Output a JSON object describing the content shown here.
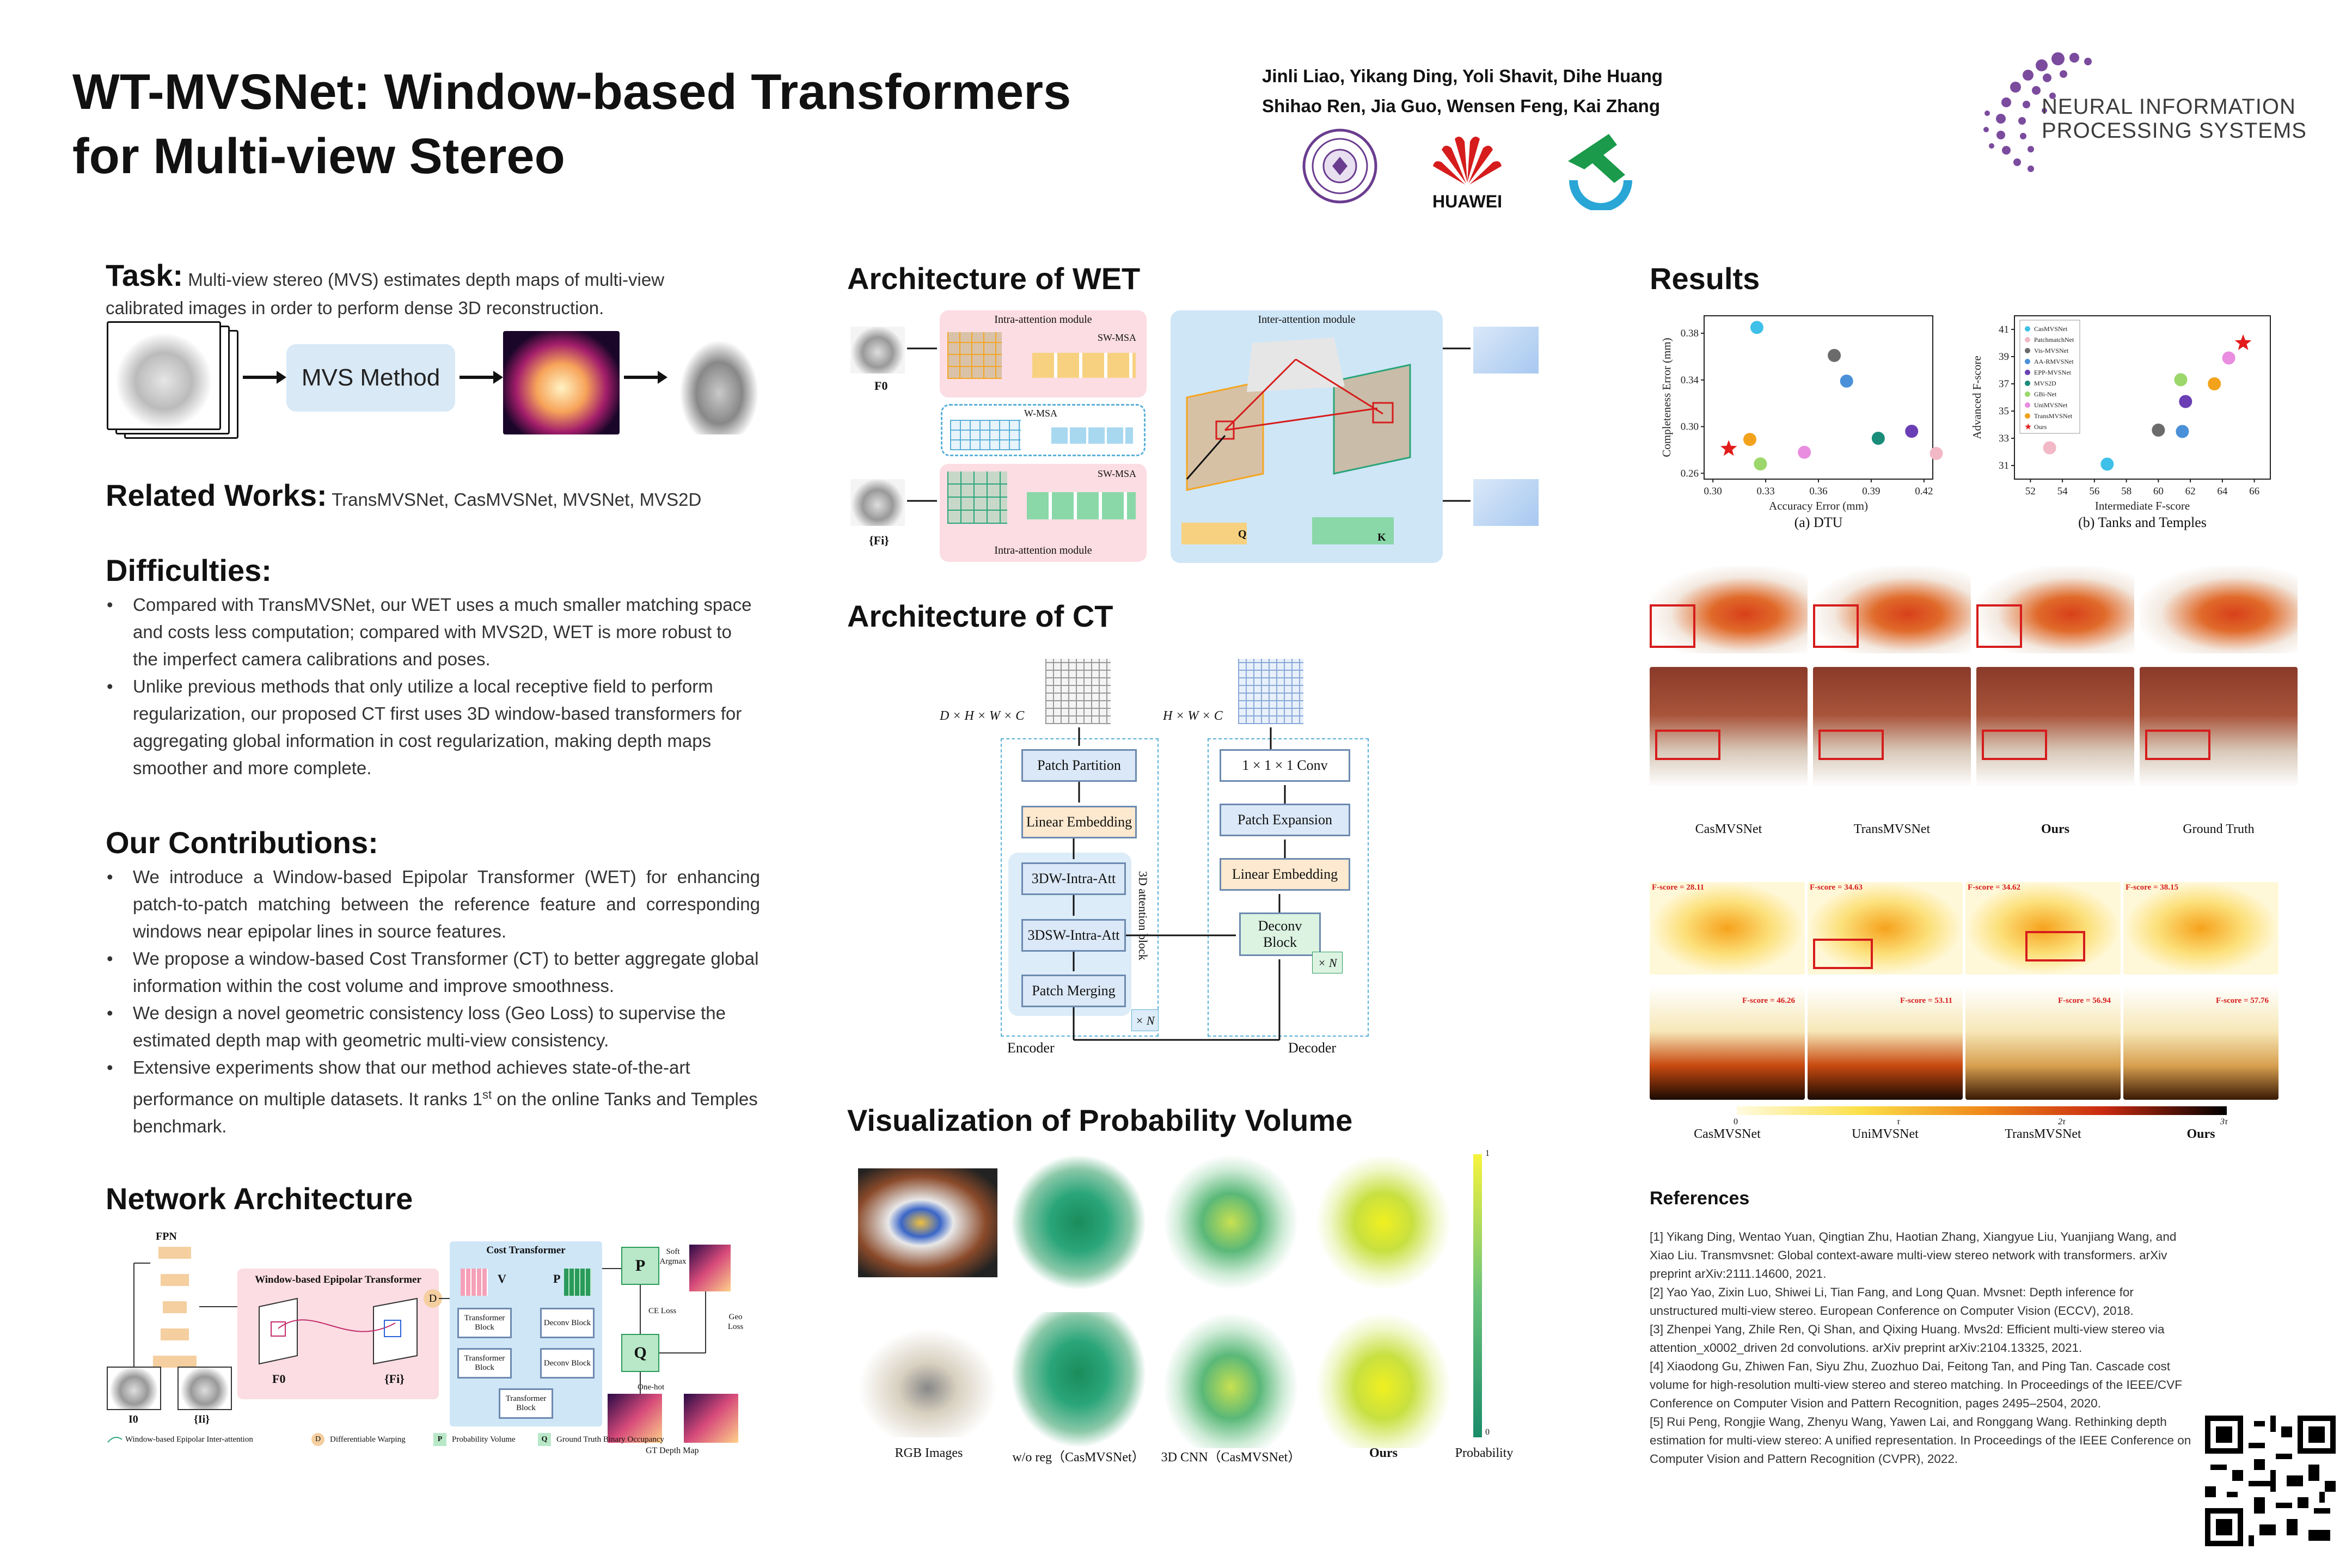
{
  "header": {
    "title_line1": "WT-MVSNet: Window-based Transformers",
    "title_line2": "for Multi-view Stereo",
    "authors_line1": "Jinli Liao, Yikang Ding, Yoli Shavit, Dihe Huang",
    "authors_line2": "Shihao Ren, Jia Guo, Wensen Feng, Kai Zhang",
    "huawei_label": "HUAWEI",
    "neurips_line1": "NEURAL INFORMATION",
    "neurips_line2": "PROCESSING SYSTEMS"
  },
  "task": {
    "heading": "Task:",
    "text_a": " Multi-view stereo (MVS) estimates depth maps of multi-view",
    "text_b": "calibrated images in order to perform dense 3D reconstruction.",
    "method_box": "MVS Method"
  },
  "related": {
    "heading": "Related Works:",
    "text": "TransMVSNet, CasMVSNet, MVSNet, MVS2D"
  },
  "difficulties": {
    "heading": "Difficulties:",
    "items": [
      "Compared with TransMVSNet, our WET uses a much smaller matching space and costs less computation; compared with MVS2D, WET is more robust to the imperfect camera calibrations and poses.",
      "Unlike previous methods that only utilize a local receptive field to perform regularization, our proposed CT first uses 3D window-based transformers for aggregating global information in cost regularization, making depth maps smoother and more complete."
    ]
  },
  "contributions": {
    "heading": "Our Contributions:",
    "items": [
      "We introduce a Window-based Epipolar Transformer (WET) for enhancing patch-to-patch matching between the reference feature and corresponding windows near epipolar lines in source features.",
      "We propose a window-based Cost Transformer (CT) to better aggregate global information within the cost volume and improve smoothness.",
      "We design a novel geometric consistency loss (Geo Loss) to supervise the estimated depth map with geometric multi-view consistency."
    ],
    "last_item_a": "Extensive experiments show that our method achieves state-of-the-art performance on multiple datasets. It ranks 1",
    "last_item_sup": "st",
    "last_item_b": " on the online Tanks and Temples benchmark."
  },
  "network": {
    "heading": "Network Architecture",
    "fpn": "FPN",
    "wet_title": "Window-based Epipolar Transformer",
    "ct_title": "Cost Transformer",
    "transformer_block": "Transformer Block",
    "deconv_block": "Deconv Block",
    "f0": "F0",
    "fi": "{Fi}",
    "i0": "I0",
    "ii": "{Ii}",
    "d_badge": "D",
    "v_badge": "V",
    "p_badge": "P",
    "q_badge": "Q",
    "soft_argmax": "Soft Argmax",
    "ce_loss": "CE Loss",
    "geo_loss": "Geo Loss",
    "one_hot": "One-hot",
    "gt_depth": "GT Depth Map",
    "legend": [
      "Window-based Epipolar Inter-attention",
      "Differentiable Warping",
      "Probability Volume",
      "Ground Truth Binary Occupancy"
    ]
  },
  "wet": {
    "heading": "Architecture of WET",
    "intra_top": "Intra-attention module",
    "intra_bottom": "Intra-attention module",
    "inter": "Inter-attention module",
    "sw_msa": "SW-MSA",
    "w_msa": "W-MSA",
    "f0": "F0",
    "fi": "{Fi}",
    "q": "Q",
    "k": "K"
  },
  "ct": {
    "heading": "Architecture of CT",
    "in_dims": "D × H × W × C",
    "out_dims": "H × W × C",
    "patch_partition": "Patch Partition",
    "linear_embedding_enc": "Linear Embedding",
    "dw_intra": "3DW-Intra-Att",
    "dsw_intra": "3DSW-Intra-Att",
    "patch_merging": "Patch Merging",
    "attention_block": "3D attention block",
    "xn_enc": "× N",
    "conv": "1 × 1 × 1 Conv",
    "patch_expansion": "Patch Expansion",
    "linear_embedding_dec": "Linear Embedding",
    "deconv_block": "Deconv Block",
    "xn_dec": "× N",
    "encoder": "Encoder",
    "decoder": "Decoder"
  },
  "vis": {
    "heading": "Visualization of Probability Volume",
    "labels": [
      "RGB Images",
      "w/o reg（CasMVSNet）",
      "3D CNN（CasMVSNet）",
      "Ours",
      "Probability"
    ],
    "scale_top": "1",
    "scale_bottom": "0"
  },
  "results": {
    "heading": "Results",
    "dtu_caption": "(a) DTU",
    "tt_caption": "(b) Tanks and Temples",
    "qual_labels": [
      "CasMVSNet",
      "TransMVSNet",
      "Ours",
      "Ground Truth"
    ],
    "fscore_top": [
      "F-score = 28.11",
      "F-score = 34.63",
      "F-score = 34.62",
      "F-score = 38.15"
    ],
    "fscore_bottom": [
      "F-score = 46.26",
      "F-score = 53.11",
      "F-score = 56.94",
      "F-score = 57.76"
    ],
    "err_labels": [
      "CasMVSNet",
      "UniMVSNet",
      "TransMVSNet",
      "Ours"
    ],
    "err_ticks": [
      "0",
      "τ",
      "2τ",
      "3τ"
    ]
  },
  "chart_data": [
    {
      "type": "scatter",
      "title": "(a) DTU",
      "xlabel": "Accuracy Error (mm)",
      "ylabel": "Completeness Error (mm)",
      "xlim": [
        0.295,
        0.425
      ],
      "ylim": [
        0.255,
        0.395
      ],
      "xticks": [
        "0.30",
        "0.33",
        "0.36",
        "0.39",
        "0.42"
      ],
      "yticks": [
        "0.26",
        "0.30",
        "0.34",
        "0.38"
      ],
      "series": [
        {
          "name": "CasMVSNet",
          "x": 0.325,
          "y": 0.385,
          "color": "#3ec0e8"
        },
        {
          "name": "PatchmatchNet",
          "x": 0.427,
          "y": 0.277,
          "color": "#f2b8c6"
        },
        {
          "name": "Vis-MVSNet",
          "x": 0.369,
          "y": 0.361,
          "color": "#6b6b6b"
        },
        {
          "name": "AA-RMVSNet",
          "x": 0.376,
          "y": 0.339,
          "color": "#4a90d9"
        },
        {
          "name": "EPP-MVSNet",
          "x": 0.413,
          "y": 0.296,
          "color": "#6a3fb5"
        },
        {
          "name": "MVS2D",
          "x": 0.394,
          "y": 0.29,
          "color": "#1a8c7a"
        },
        {
          "name": "GBi-Net",
          "x": 0.327,
          "y": 0.268,
          "color": "#9bd76a"
        },
        {
          "name": "UniMVSNet",
          "x": 0.352,
          "y": 0.278,
          "color": "#e98de0"
        },
        {
          "name": "TransMVSNet",
          "x": 0.321,
          "y": 0.289,
          "color": "#f3a21c"
        },
        {
          "name": "Ours",
          "x": 0.309,
          "y": 0.281,
          "color": "#e21b1b"
        }
      ]
    },
    {
      "type": "scatter",
      "title": "(b) Tanks and Temples",
      "xlabel": "Intermediate F-score",
      "ylabel": "Advanced F-score",
      "xlim": [
        51,
        67
      ],
      "ylim": [
        30,
        42
      ],
      "xticks": [
        "52",
        "54",
        "56",
        "58",
        "60",
        "62",
        "64",
        "66"
      ],
      "yticks": [
        "31",
        "33",
        "35",
        "37",
        "39",
        "41"
      ],
      "legend": [
        "CasMVSNet",
        "PatchmatchNet",
        "Vis-MVSNet",
        "AA-RMVSNet",
        "EPP-MVSNet",
        "MVS2D",
        "GBi-Net",
        "UniMVSNet",
        "TransMVSNet",
        "Ours"
      ],
      "series": [
        {
          "name": "CasMVSNet",
          "x": 56.8,
          "y": 31.1,
          "color": "#3ec0e8"
        },
        {
          "name": "PatchmatchNet",
          "x": 53.2,
          "y": 32.3,
          "color": "#f2b8c6"
        },
        {
          "name": "Vis-MVSNet",
          "x": 60.0,
          "y": 33.6,
          "color": "#6b6b6b"
        },
        {
          "name": "AA-RMVSNet",
          "x": 61.5,
          "y": 33.5,
          "color": "#4a90d9"
        },
        {
          "name": "EPP-MVSNet",
          "x": 61.7,
          "y": 35.7,
          "color": "#6a3fb5"
        },
        {
          "name": "GBi-Net",
          "x": 61.4,
          "y": 37.3,
          "color": "#9bd76a"
        },
        {
          "name": "UniMVSNet",
          "x": 64.4,
          "y": 38.9,
          "color": "#e98de0"
        },
        {
          "name": "TransMVSNet",
          "x": 63.5,
          "y": 37.0,
          "color": "#f3a21c"
        },
        {
          "name": "Ours",
          "x": 65.3,
          "y": 40.0,
          "color": "#e21b1b"
        }
      ]
    }
  ],
  "references": {
    "heading": "References",
    "items": [
      "[1] Yikang Ding, Wentao Yuan, Qingtian Zhu, Haotian Zhang, Xiangyue Liu, Yuanjiang Wang, and Xiao Liu. Transmvsnet: Global context-aware multi-view stereo network with transformers. arXiv preprint arXiv:2111.14600, 2021.",
      "[2] Yao Yao, Zixin Luo, Shiwei Li, Tian Fang, and Long Quan. Mvsnet: Depth inference for unstructured multi-view stereo. European Conference on Computer Vision (ECCV), 2018.",
      "[3]  Zhenpei Yang, Zhile Ren, Qi Shan, and Qixing Huang. Mvs2d: Efficient multi-view stereo via attention_x0002_driven 2d convolutions. arXiv preprint arXiv:2104.13325, 2021.",
      "[4] Xiaodong Gu, Zhiwen Fan, Siyu Zhu, Zuozhuo Dai, Feitong Tan, and Ping Tan. Cascade cost volume for high-resolution multi-view stereo and stereo matching. In Proceedings of the IEEE/CVF Conference on Computer Vision and Pattern Recognition, pages 2495–2504, 2020.",
      "[5] Rui Peng, Rongjie Wang, Zhenyu Wang, Yawen Lai, and Ronggang Wang. Rethinking depth estimation for multi-view stereo: A unified representation. In Proceedings of the IEEE Conference on Computer Vision and Pattern Recognition (CVPR), 2022."
    ]
  }
}
